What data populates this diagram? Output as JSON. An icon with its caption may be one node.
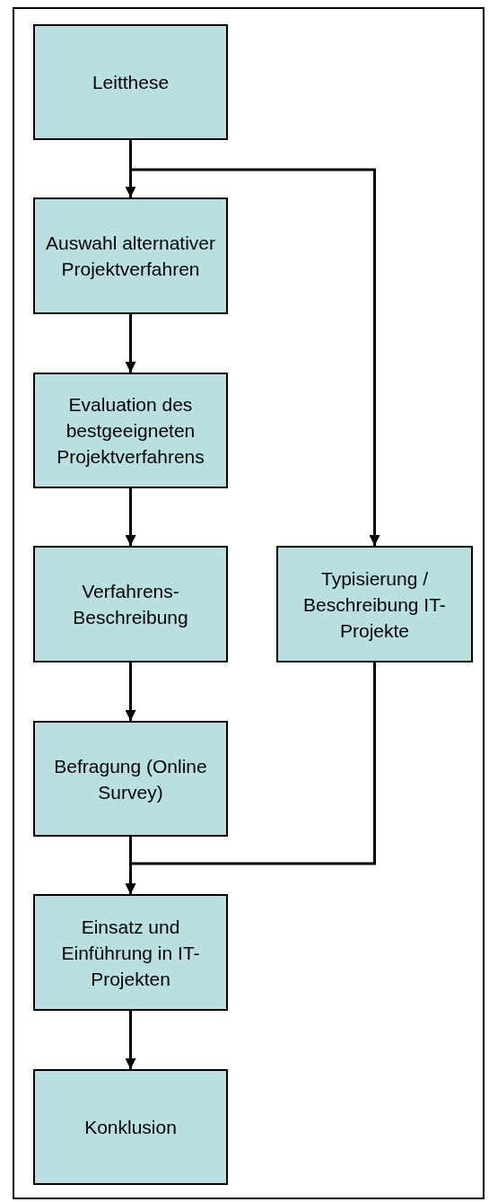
{
  "diagram": {
    "nodes": [
      {
        "text": [
          "Leitthese"
        ]
      },
      {
        "text": [
          "Auswahl alternativer Projektverfahren"
        ]
      },
      {
        "text": [
          "Evaluation des bestgeeigneten Projektverfahrens"
        ]
      },
      {
        "text": [
          "Verfahrens-Beschreibung"
        ]
      },
      {
        "text": [
          "Typisierung / Beschreibung IT-Projekte"
        ]
      },
      {
        "text": [
          "Befragung (Online Survey)"
        ]
      },
      {
        "text": [
          "Einsatz und Einführung in IT-Projekten"
        ]
      },
      {
        "text": [
          "Konklusion"
        ]
      }
    ],
    "edges": [
      {
        "from": 0,
        "to": 1,
        "arrow": "to"
      },
      {
        "from": 0,
        "to": 4,
        "arrow": "to"
      },
      {
        "from": 1,
        "to": 2,
        "arrow": "to"
      },
      {
        "from": 2,
        "to": 3,
        "arrow": "to"
      },
      {
        "from": 3,
        "to": 5,
        "arrow": "to"
      },
      {
        "from": 5,
        "to": 6,
        "arrow": "to"
      },
      {
        "from": 4,
        "to": 6,
        "arrow": "to"
      },
      {
        "from": 6,
        "to": 7,
        "arrow": "to"
      }
    ]
  }
}
